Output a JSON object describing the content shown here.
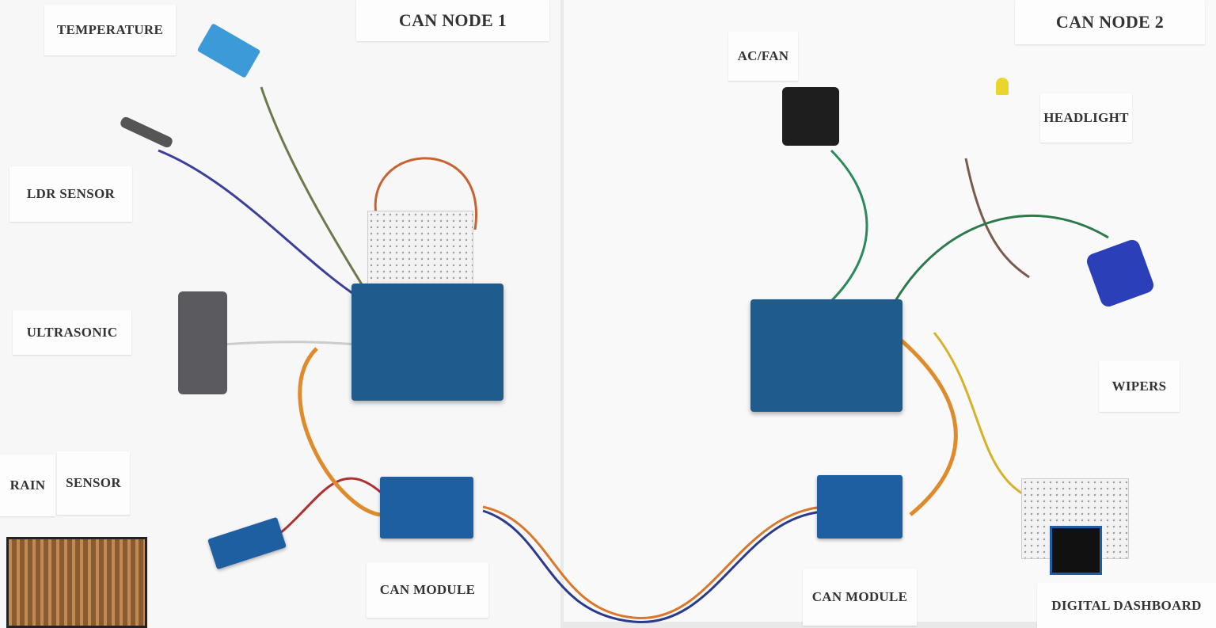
{
  "node1": {
    "title": "CAN NODE 1",
    "labels": {
      "temperature": "TEMPERATURE",
      "ldr": "LDR SENSOR",
      "ultrasonic": "ULTRASONIC",
      "rain": "RAIN",
      "sensor": "SENSOR",
      "can_module": "CAN MODULE"
    }
  },
  "node2": {
    "title": "CAN NODE 2",
    "labels": {
      "ac_fan": "AC/FAN",
      "headlight": "HEADLIGHT",
      "wipers": "WIPERS",
      "can_module": "CAN MODULE",
      "dashboard": "DIGITAL DASHBOARD"
    }
  },
  "colors": {
    "arduino": "#1f5b8c",
    "can_module": "#1d5fa0",
    "board": "#f7f7f8"
  }
}
